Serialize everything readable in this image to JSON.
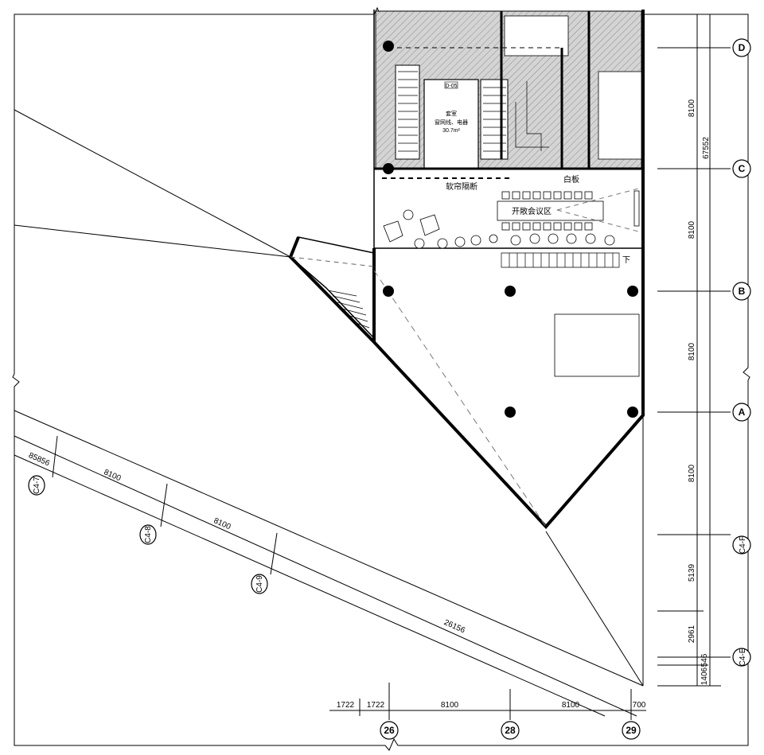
{
  "grid_labels": {
    "right": [
      "D",
      "C",
      "B",
      "A",
      "C4-F",
      "C4-E"
    ],
    "bottom": [
      "26",
      "28",
      "29"
    ],
    "diagonal": [
      "C4-7",
      "C4-8",
      "C4-9"
    ]
  },
  "right_dims": [
    "8100",
    "8100",
    "8100",
    "8100",
    "5139",
    "2961",
    "1406",
    "546"
  ],
  "right_total": "67552",
  "bottom_dims": [
    "1722",
    "1722",
    "8100",
    "8100",
    "700"
  ],
  "diag_dims": [
    "85856",
    "8100",
    "8100",
    "26156"
  ],
  "rooms": {
    "equipment_tag": "D-05",
    "equipment_title": "套室",
    "equipment_sub": "窗网线、电器",
    "equipment_area": "30.7m²",
    "curtain": "软帘隔断",
    "whiteboard": "白板",
    "meeting": "开敞会议区",
    "stair_down": "下"
  }
}
